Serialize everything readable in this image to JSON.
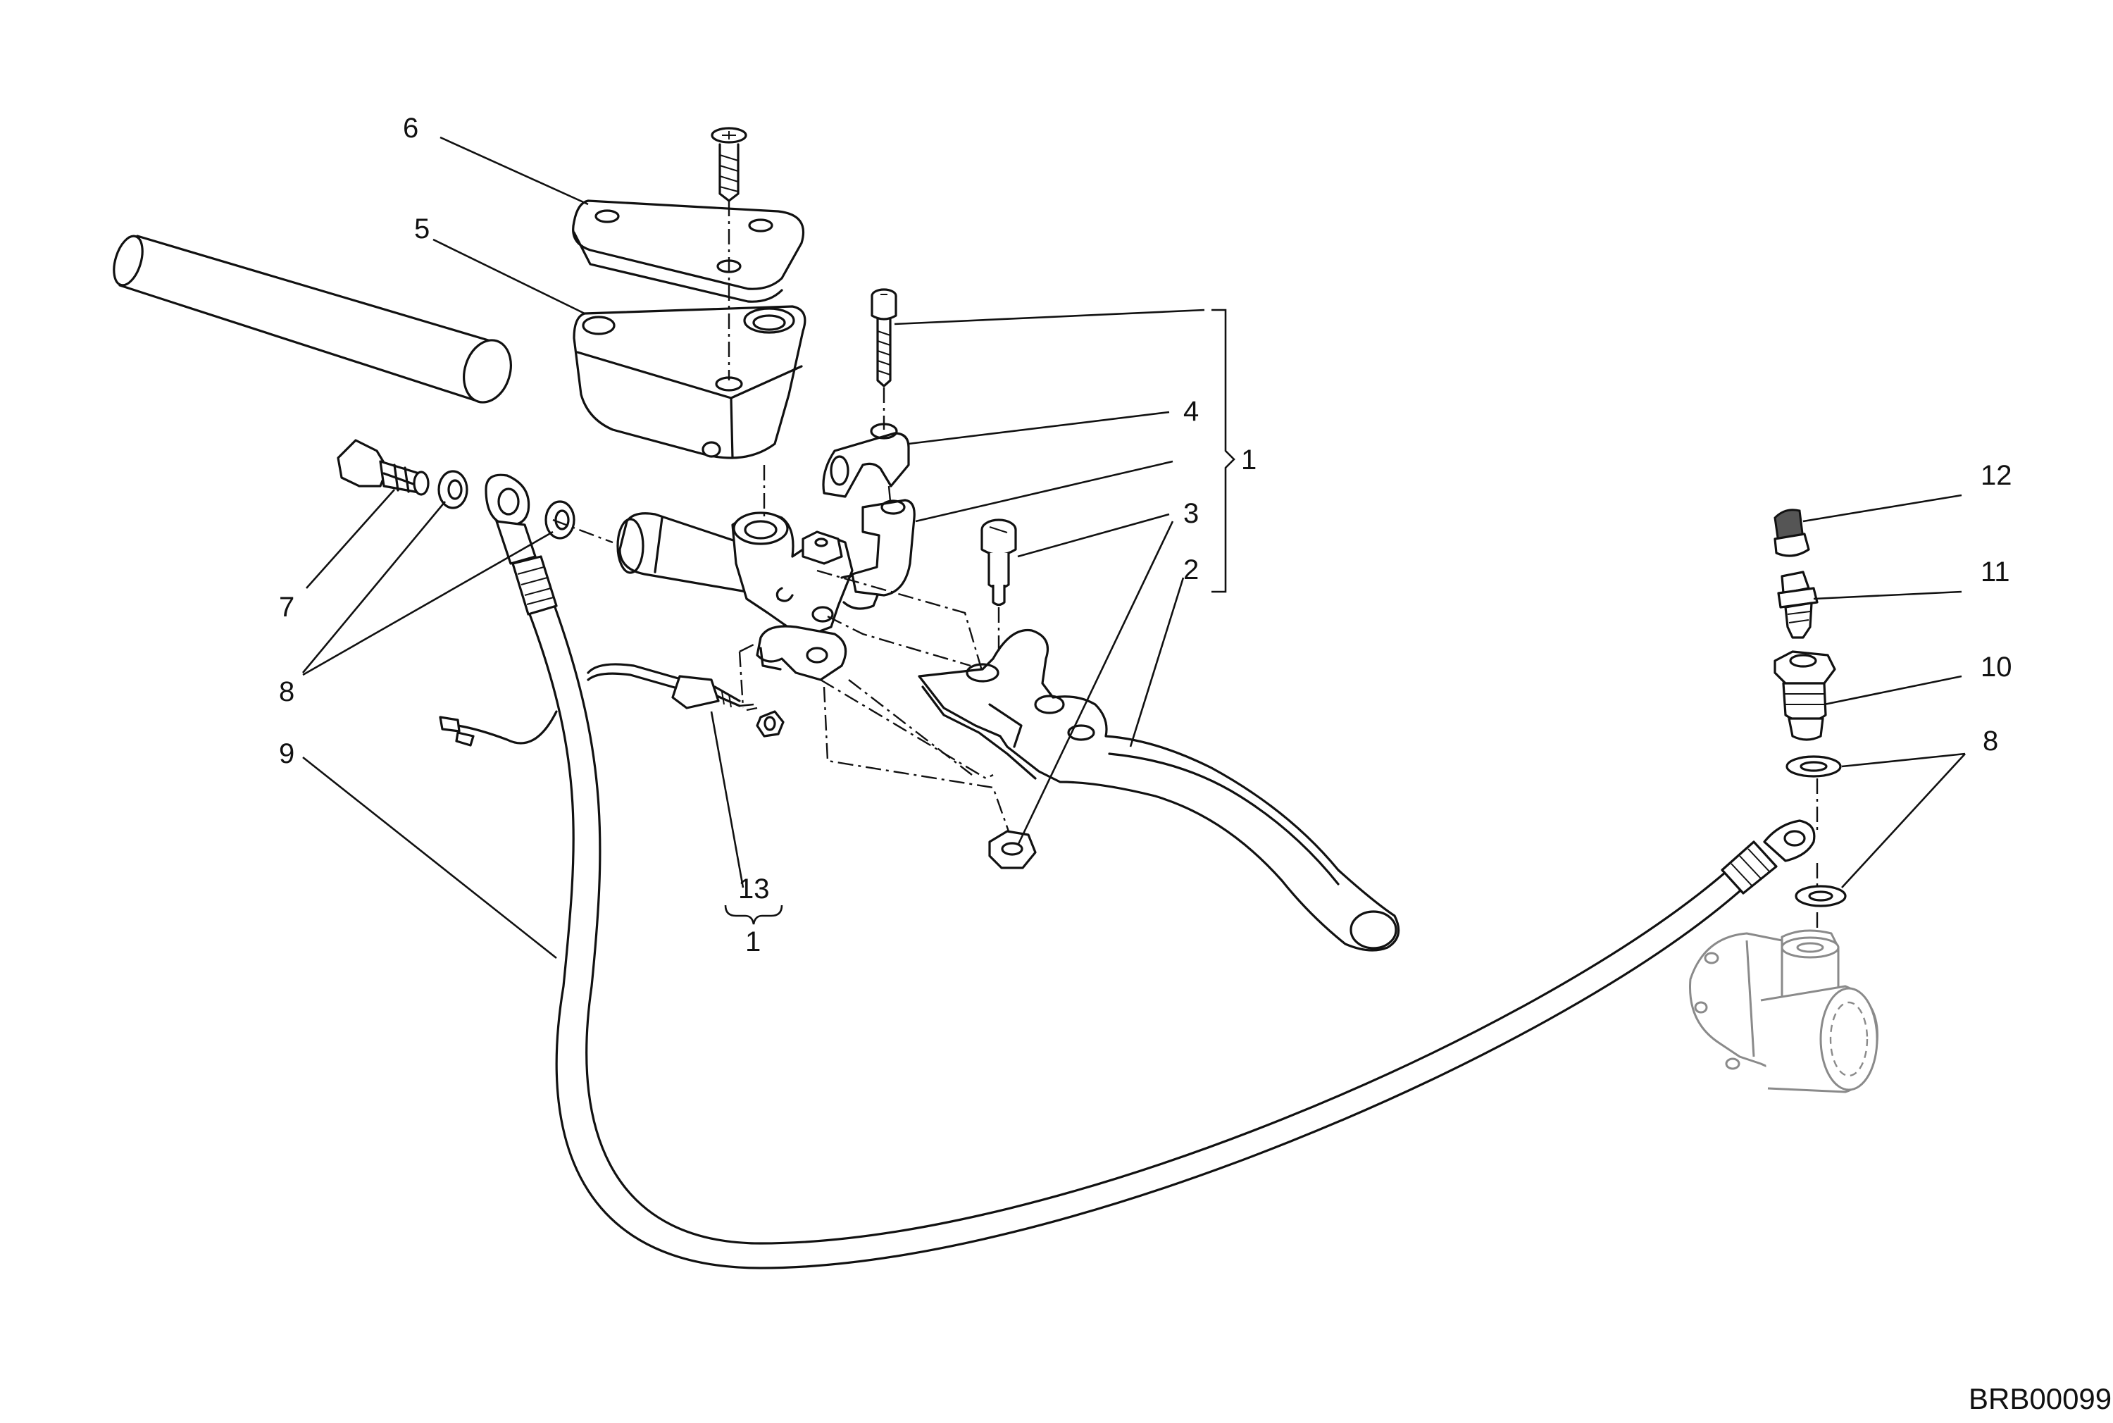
{
  "diagram": {
    "drawing_code": "BRB00099",
    "callouts": {
      "c1_bracket": "1",
      "c1_group": "1",
      "c2": "2",
      "c3": "3",
      "c4": "4",
      "c5": "5",
      "c6": "6",
      "c7": "7",
      "c8_left": "8",
      "c8_right": "8",
      "c9": "9",
      "c10": "10",
      "c11": "11",
      "c12": "12",
      "c13": "13"
    }
  }
}
